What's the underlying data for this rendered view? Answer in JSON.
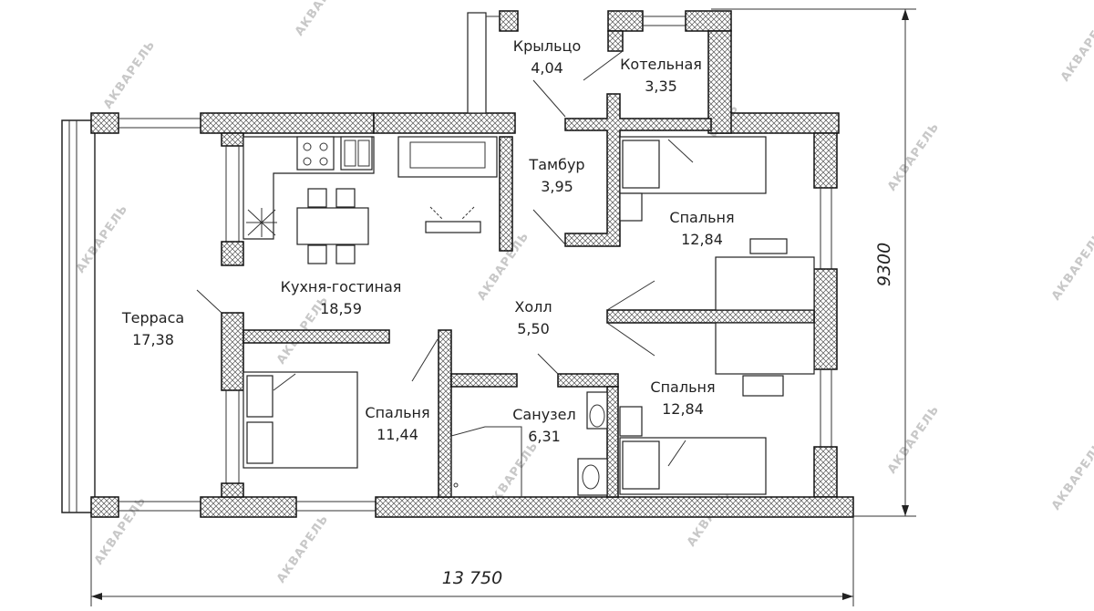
{
  "plan": {
    "rooms": [
      {
        "id": "porch",
        "name": "Крыльцо",
        "area": "4,04"
      },
      {
        "id": "boiler",
        "name": "Котельная",
        "area": "3,35"
      },
      {
        "id": "vestibule",
        "name": "Тамбур",
        "area": "3,95"
      },
      {
        "id": "bedroom-ne",
        "name": "Спальня",
        "area": "12,84"
      },
      {
        "id": "kitchen-living",
        "name": "Кухня-гостиная",
        "area": "18,59"
      },
      {
        "id": "terrace",
        "name": "Терраса",
        "area": "17,38"
      },
      {
        "id": "hall",
        "name": "Холл",
        "area": "5,50"
      },
      {
        "id": "bedroom-se",
        "name": "Спальня",
        "area": "12,84"
      },
      {
        "id": "bathroom",
        "name": "Санузел",
        "area": "6,31"
      },
      {
        "id": "bedroom-sw",
        "name": "Спальня",
        "area": "11,44"
      }
    ],
    "dimensions": {
      "width": "13 750",
      "height": "9300"
    },
    "watermark": "АКВАРЕЛЬ",
    "colors": {
      "line": "#111111",
      "text": "#222222",
      "watermark": "#c8c8c8",
      "background": "#ffffff"
    }
  }
}
